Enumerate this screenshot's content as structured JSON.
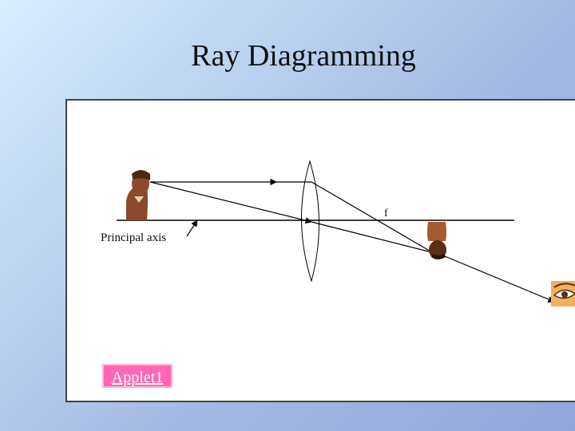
{
  "slide": {
    "title": "Ray Diagramming"
  },
  "diagram": {
    "axis_label": "Principal axis",
    "focal_label": "f",
    "applet_button": "Applet1"
  },
  "colors": {
    "background_light": "#d9eefc",
    "background_dark": "#93a6dc",
    "applet_button": "#ff66b3",
    "applet_text": "#ffffff",
    "object_figure": "#8b4a2b",
    "eye_icon_bg": "#f2b060"
  },
  "icons": [
    "object-figure-icon",
    "image-figure-icon",
    "eye-icon",
    "arrow-icon"
  ]
}
